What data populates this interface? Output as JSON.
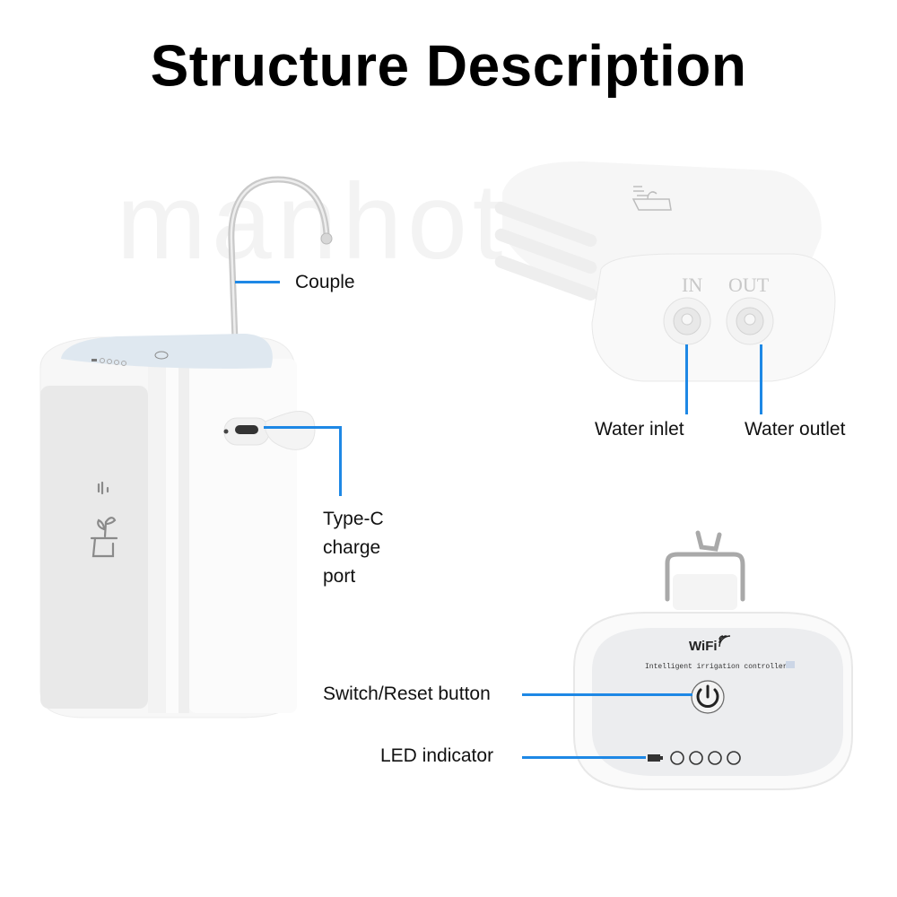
{
  "title": "Structure Description",
  "watermark": "manhot",
  "accent_color": "#1e88e5",
  "callouts": {
    "couple": "Couple",
    "type_c": [
      "Type-C",
      "charge",
      "port"
    ],
    "water_inlet": "Water inlet",
    "water_outlet": "Water outlet",
    "switch_reset": "Switch/Reset button",
    "led_indicator": "LED indicator"
  },
  "device_back": {
    "port_in": "IN",
    "port_out": "OUT"
  },
  "device_front": {
    "wifi_label": "WiFi",
    "product_name": "Intelligent irrigation controller",
    "led_count": 4
  },
  "icons": [
    "plant-pot-logo-icon",
    "power-icon",
    "battery-icon",
    "wifi-signal-icon",
    "hook-icon",
    "usb-c-port-icon"
  ]
}
